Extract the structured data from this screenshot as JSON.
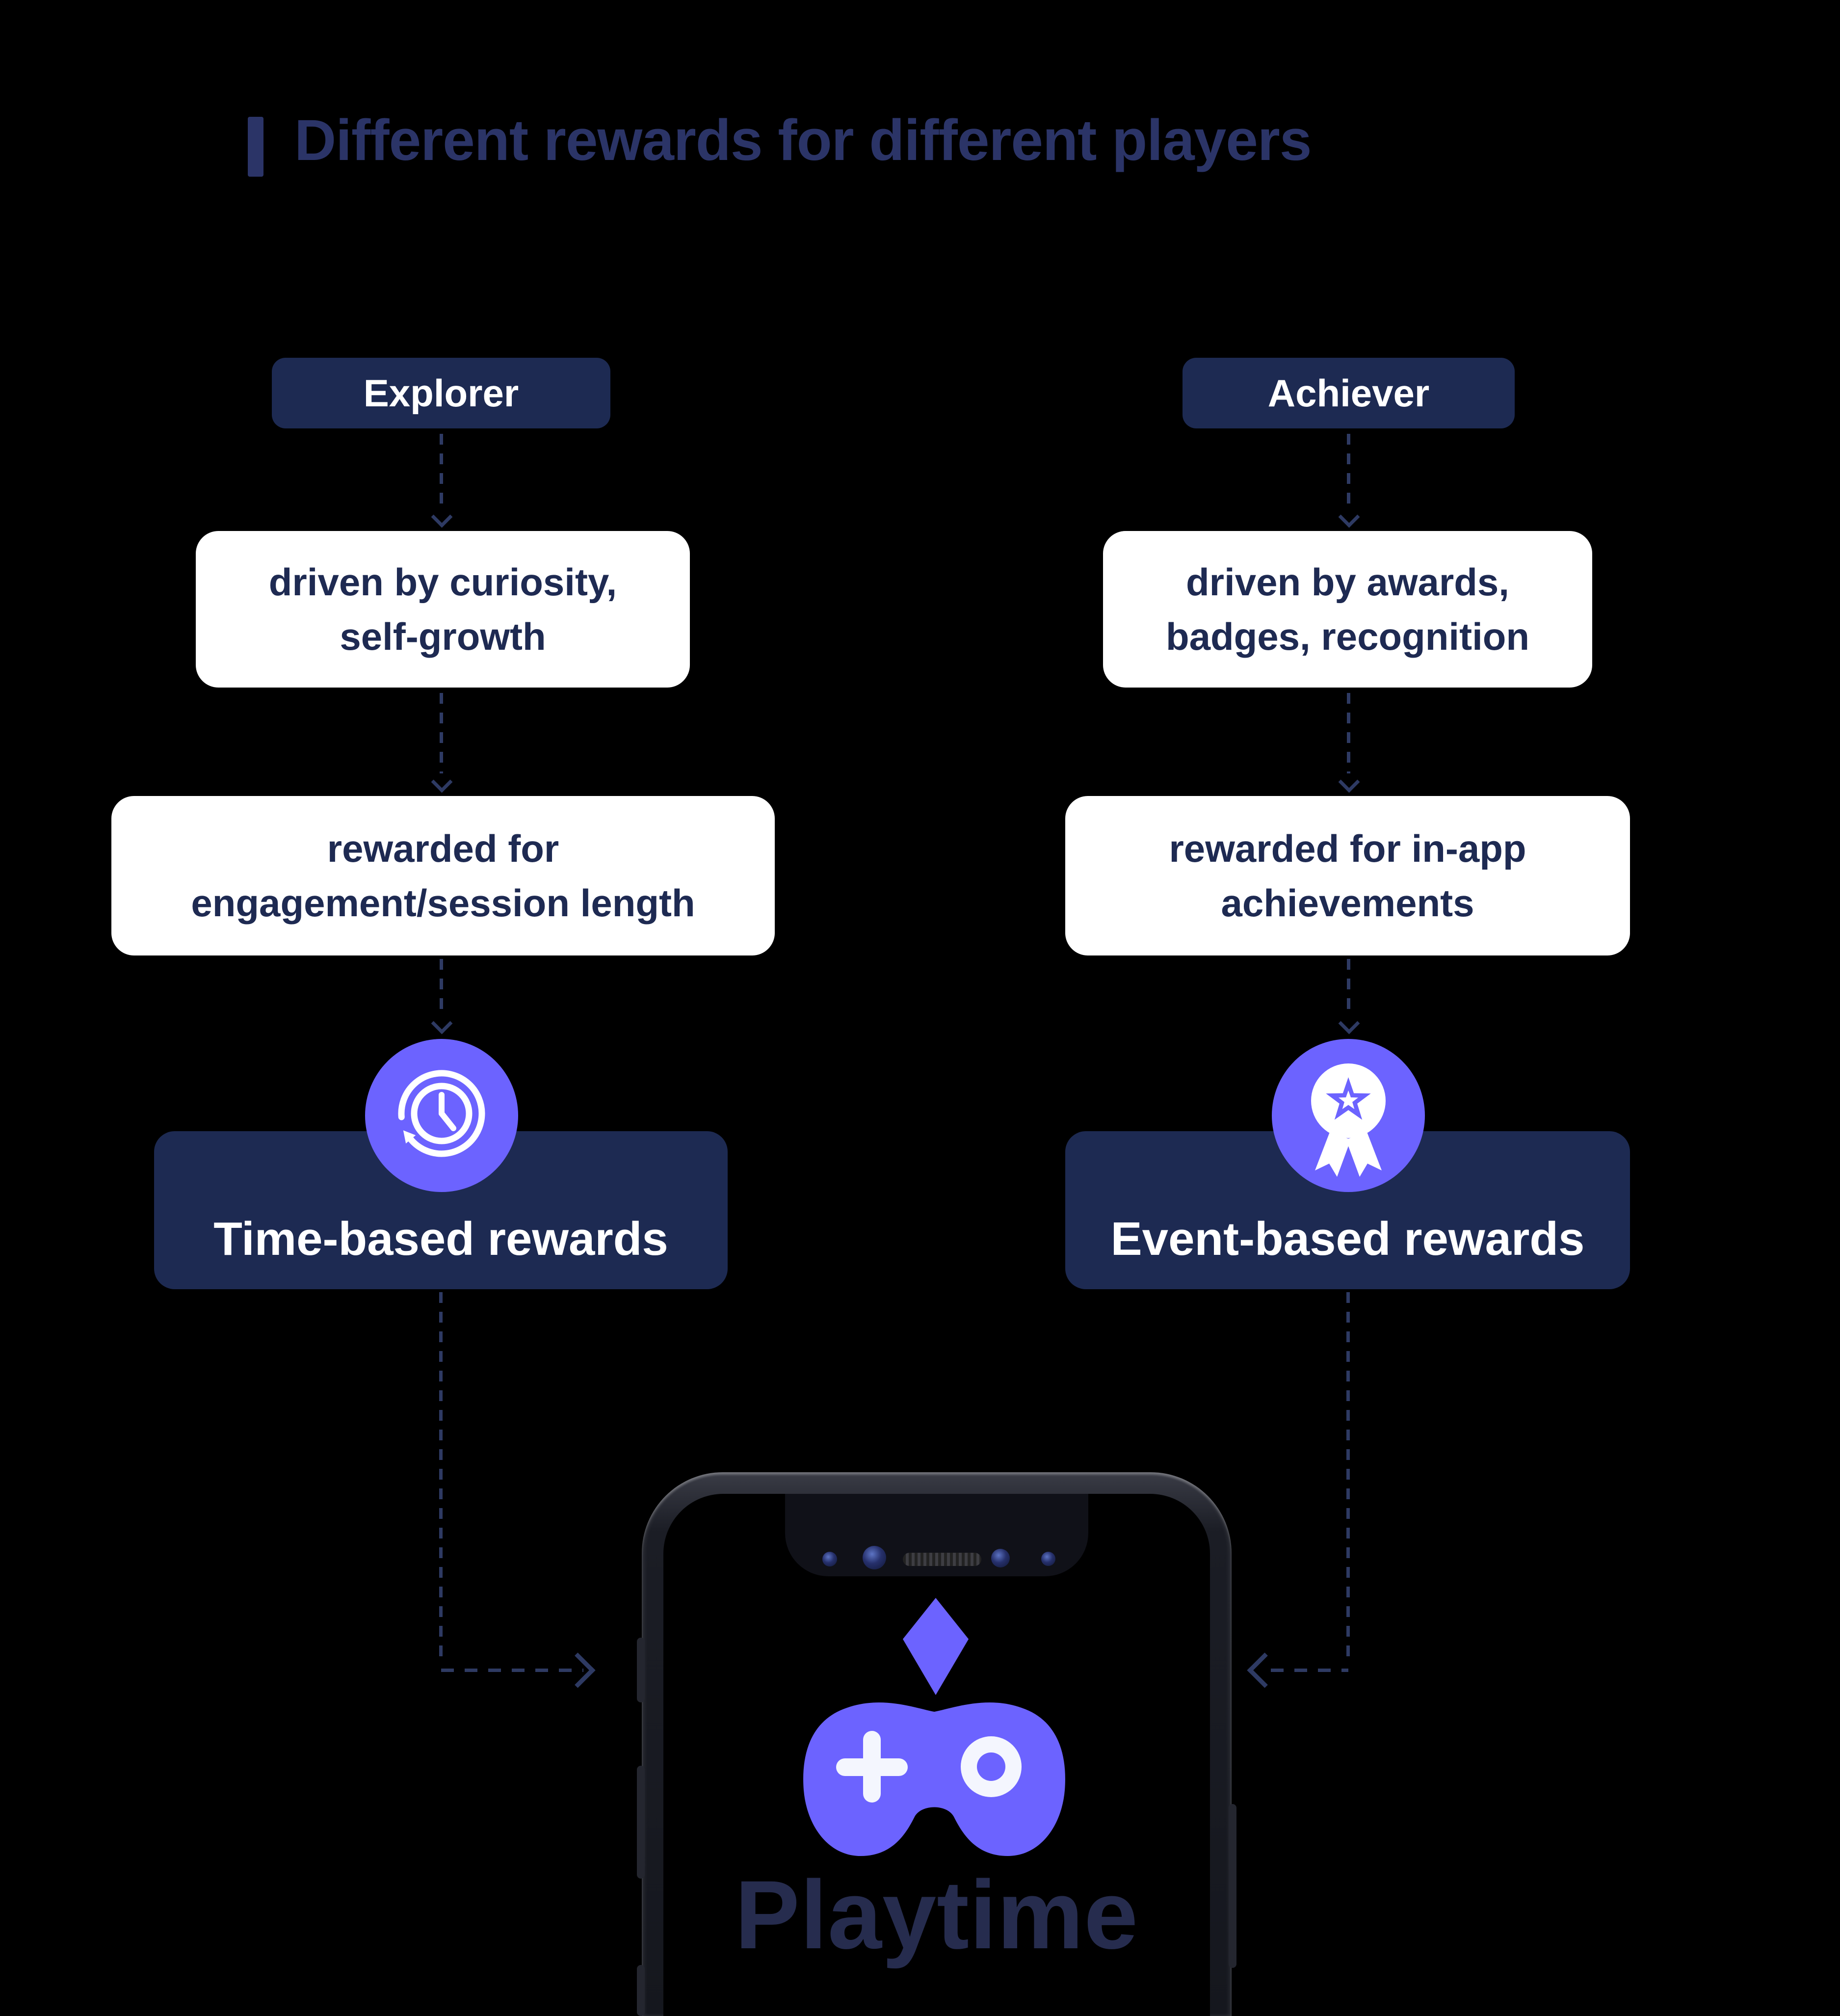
{
  "title": {
    "text": "Different rewards for different players"
  },
  "columns": [
    {
      "header": "Explorer",
      "step1": {
        "line1": "driven by curiosity,",
        "line2": "self-growth"
      },
      "step2": {
        "line1": "rewarded for",
        "line2": "engagement/session length"
      },
      "reward": {
        "label": "Time-based rewards",
        "icon": "clock-history-icon"
      }
    },
    {
      "header": "Achiever",
      "step1": {
        "line1": "driven by awards,",
        "line2": "badges, recognition"
      },
      "step2": {
        "line1": "rewarded for in-app",
        "line2": "achievements"
      },
      "reward": {
        "label": "Event-based rewards",
        "icon": "medal-star-icon"
      }
    }
  ],
  "phone": {
    "app_name": "Playtime",
    "logo_icon": "gamepad-icon",
    "spark_icon": "diamond-icon"
  },
  "colors": {
    "accent_purple": "#6C63FF",
    "navy_box": "#1D2A52",
    "title_navy": "#2B3467",
    "dash_navy": "#2E3A63",
    "card_white": "#FFFFFF",
    "wordmark_navy": "#262C4E"
  }
}
